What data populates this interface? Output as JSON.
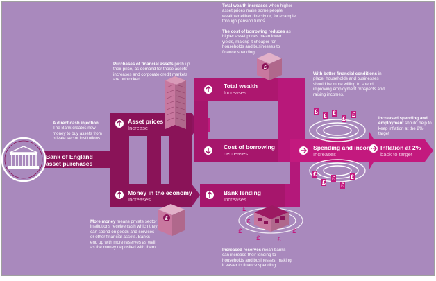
{
  "colors": {
    "background": "#a989bd",
    "frame": "#a0a0a0",
    "dark_arrow": "#8a1358",
    "mid_arrow": "#a6166c",
    "bright_arrow": "#c3197e",
    "sub_text": "#f3c6e2",
    "building": "#c8789f"
  },
  "icons": {
    "up": "up-arrow-icon",
    "down": "down-arrow-icon",
    "right": "right-arrow-icon",
    "pound": "pound-sign-icon"
  },
  "boxes": {
    "boe": {
      "line1": "Bank of England",
      "line2": "asset purchases"
    },
    "asset_prices": {
      "title": "Asset prices",
      "sub": "Increase"
    },
    "money": {
      "title": "Money in the economy",
      "sub": "Increases"
    },
    "total_wealth": {
      "title": "Total wealth",
      "sub": "Increases"
    },
    "borrowing": {
      "title": "Cost of borrowing",
      "sub": "decreases"
    },
    "bank_lending": {
      "title": "Bank lending",
      "sub": "Increases"
    },
    "spending": {
      "title": "Spending and income",
      "sub": "Increases"
    },
    "inflation": {
      "title": "Inflation at 2%",
      "sub": "back to target"
    }
  },
  "notes": {
    "cash": {
      "head": "A direct cash injection",
      "body": "The Bank creates new money to buy assets from private sector institutions."
    },
    "financial_assets": {
      "head": "Purchases of financial assets",
      "body": " push up their price, as demand for those assets increases and corporate credit markets are unblocked."
    },
    "wealth": {
      "head": "Total wealth increases",
      "body": " when higher asset prices make some people wealthier either directly or, for example, through pension funds."
    },
    "borrow": {
      "head": "The cost of borrowing reduces",
      "body": " as higher asset prices mean lower yields, making it cheaper for households and businesses to finance spending."
    },
    "conditions": {
      "head": "With better financial conditions",
      "body": " in place, households and businesses should be more willing to spend, improving employment prospects and raising incomes."
    },
    "increased_spending": {
      "head": "Increased spending and employment",
      "body": " should help to keep inflation at the 2% target"
    },
    "more_money": {
      "head": "More money",
      "body": " means private sector institutions receive cash which they can spend on goods and services or other financial assets. Banks end up with more reserves as well as the money deposited with them."
    },
    "reserves": {
      "head": "Increased reserves",
      "body": " mean banks can increase their lending to households and businesses, making it easier to finance spending."
    }
  }
}
